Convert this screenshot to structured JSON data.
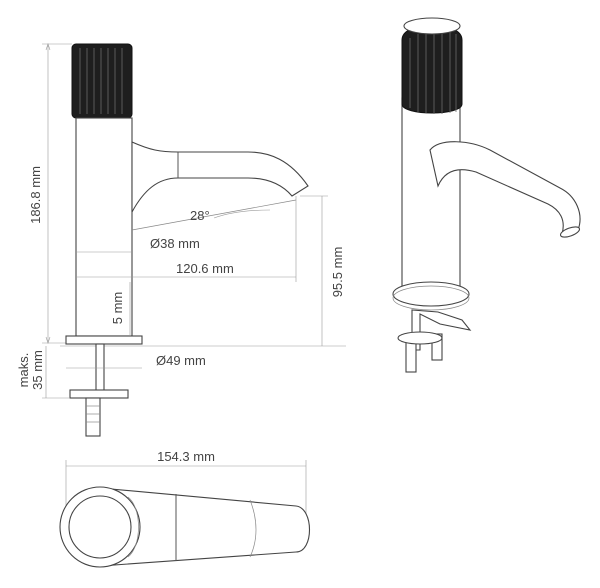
{
  "dimensions": {
    "height": "186.8 mm",
    "diameter_body": "Ø38 mm",
    "reach": "120.6 mm",
    "spout_height": "95.5 mm",
    "angle": "28°",
    "gap": "5 mm",
    "max_thickness_line1": "maks.",
    "max_thickness_line2": "35 mm",
    "diameter_base": "Ø49 mm",
    "length_top": "154.3 mm"
  },
  "colors": {
    "line": "#555555",
    "handle": "#1e1e1e",
    "dimension_text": "#444444"
  }
}
